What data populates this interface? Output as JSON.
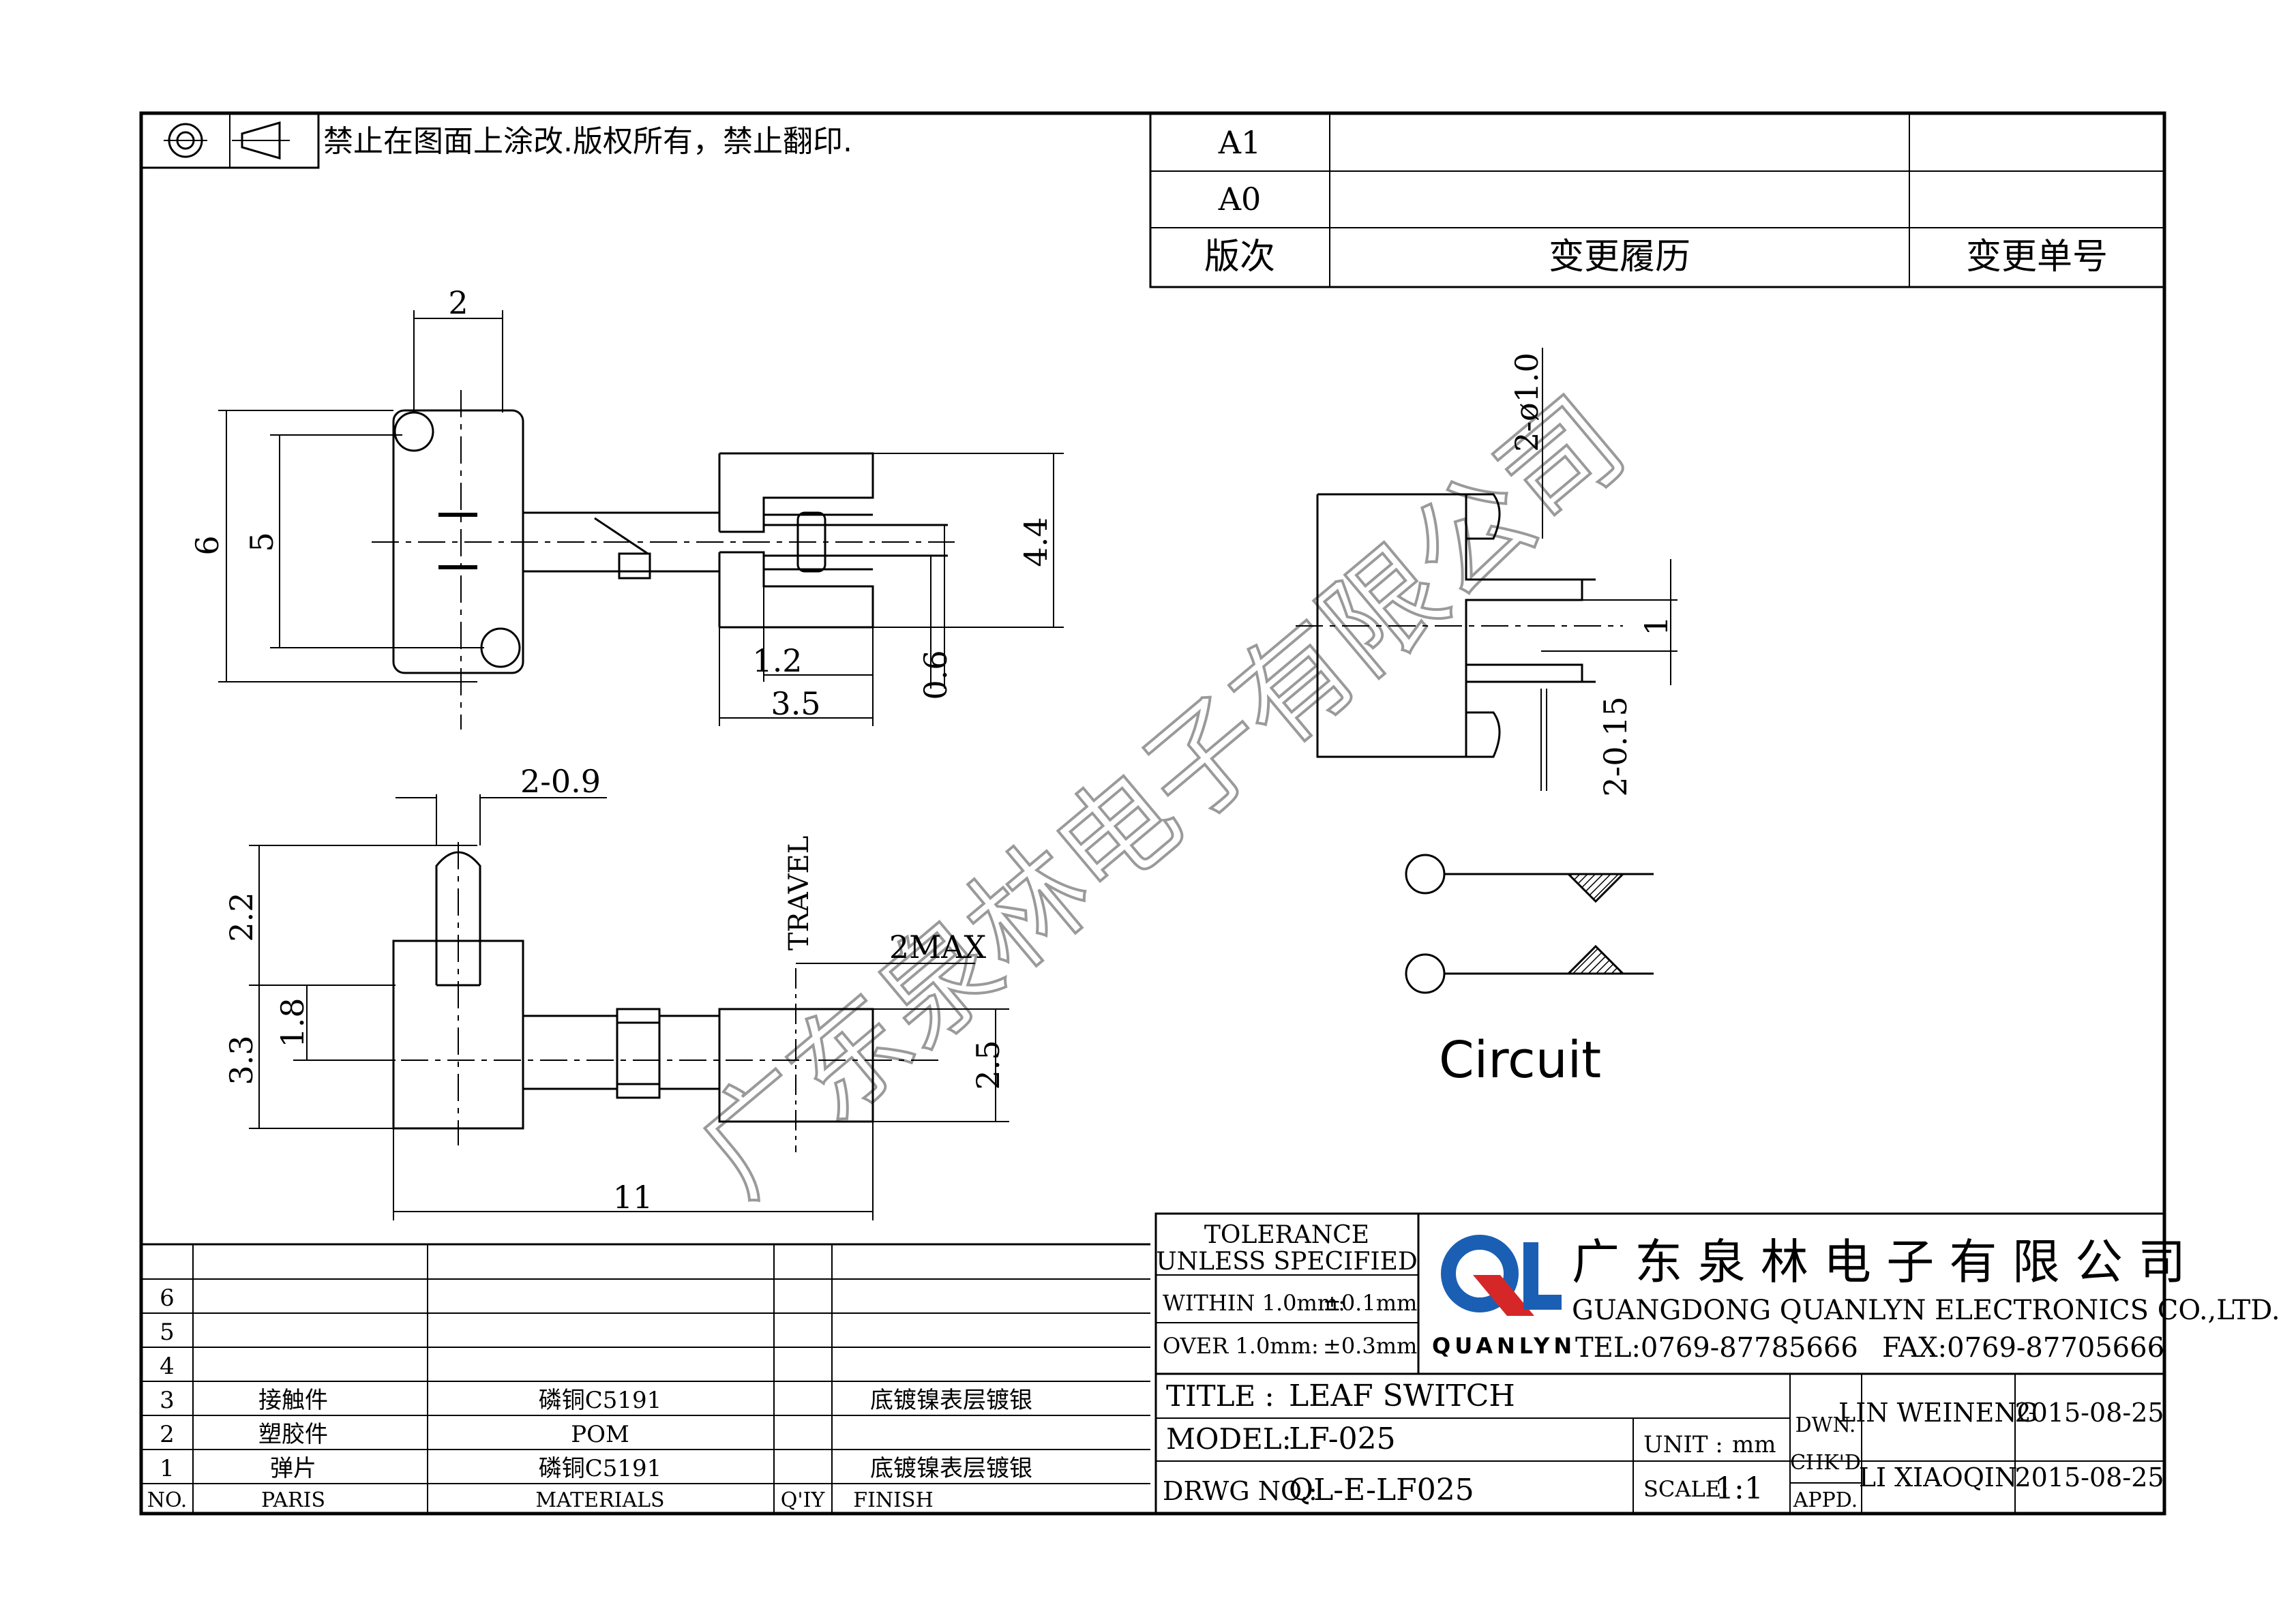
{
  "notice": "禁止在图面上涂改.版权所有，禁止翻印.",
  "revision": {
    "rows": [
      {
        "rev": "A1",
        "history": "",
        "no": ""
      },
      {
        "rev": "A0",
        "history": "",
        "no": ""
      }
    ],
    "header": {
      "rev": "版次",
      "history": "变更履历",
      "no": "变更单号"
    }
  },
  "dimensions": {
    "top_width": "2",
    "height_outer": "6",
    "height_inner": "5",
    "lever_height": "4.4",
    "gap_small": "1.2",
    "lever_len": "3.5",
    "thickness": "0.6",
    "pin_width": "2-0.9",
    "pin_height": "2.2",
    "body_height": "3.3",
    "offset": "1.8",
    "travel": "TRAVEL",
    "travel_max": "2MAX",
    "end_height": "2.5",
    "total_len": "11",
    "hole_dia": "2-ø1.0",
    "terminal": "1",
    "blade": "2-0.15"
  },
  "circuit_label": "Circuit",
  "watermark": "广东泉林电子有限公司",
  "parts": {
    "rows": [
      {
        "no": "6",
        "part": "",
        "material": "",
        "qty": "",
        "finish": ""
      },
      {
        "no": "5",
        "part": "",
        "material": "",
        "qty": "",
        "finish": ""
      },
      {
        "no": "4",
        "part": "",
        "material": "",
        "qty": "",
        "finish": ""
      },
      {
        "no": "3",
        "part": "接触件",
        "material": "磷铜C5191",
        "qty": "",
        "finish": "底镀镍表层镀银"
      },
      {
        "no": "2",
        "part": "塑胶件",
        "material": "POM",
        "qty": "",
        "finish": ""
      },
      {
        "no": "1",
        "part": "弹片",
        "material": "磷铜C5191",
        "qty": "",
        "finish": "底镀镍表层镀银"
      }
    ],
    "header": {
      "no": "NO.",
      "part": "PARIS",
      "material": "MATERIALS",
      "qty": "Q'IY",
      "finish": "FINISH"
    }
  },
  "tolerance": {
    "line1": "TOLERANCE",
    "line2": "UNLESS SPECIFIED",
    "within": "WITHIN 1.0mm:",
    "within_val": "±0.1mm",
    "over": "OVER 1.0mm:",
    "over_val": "±0.3mm"
  },
  "company": {
    "name_cn": "广 东 泉 林 电 子 有 限 公 司",
    "name_en": "GUANGDONG QUANLYN ELECTRONICS CO.,LTD.",
    "tel": "TEL:0769-87785666",
    "fax": "FAX:0769-87705666",
    "logo_text": "QUANLYN",
    "logo_letters": "QL"
  },
  "title_block": {
    "title_label": "TITLE :",
    "title_value": "LEAF SWITCH",
    "model_label": "MODEL:",
    "model_value": "LF-025",
    "drwg_label": "DRWG NO.:",
    "drwg_value": "QL-E-LF025",
    "unit_label": "UNIT :",
    "unit_value": "mm",
    "scale_label": "SCALE:",
    "scale_value": "1:1",
    "dwn_label": "DWN.",
    "dwn_name": "LIN WEINENG",
    "dwn_date": "2015-08-25",
    "chk_label": "CHK'D",
    "appd_label": "APPD.",
    "chk_name": "LI XIAOQIN",
    "chk_date": "2015-08-25"
  },
  "colors": {
    "logo_blue": "#1a5fb4",
    "logo_red": "#d62728",
    "line": "#000000"
  }
}
